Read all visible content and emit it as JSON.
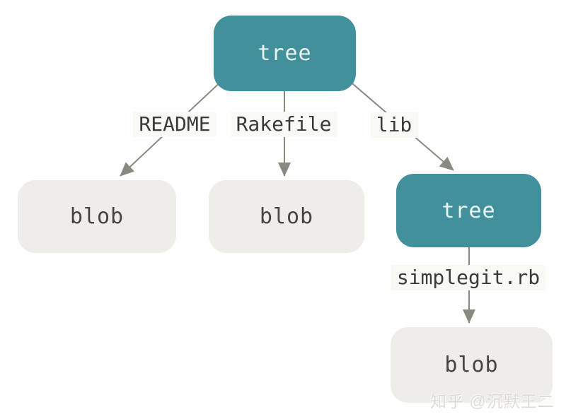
{
  "diagram": {
    "type": "tree",
    "description_visible_text_only": "git object graph: root tree points to two blobs and a subtree; subtree points to a blob"
  },
  "colors": {
    "teal": "#42909b",
    "teal-text": "#e9f5f4",
    "blob-fill": "#efede9",
    "blob-text": "#45443f",
    "edge": "#8a897f",
    "label-text": "#3c3b36",
    "label-band": "#f9f9f5",
    "bg": "#fefefe",
    "watermark": "#d9d7d0"
  },
  "nodes": [
    {
      "id": "tree-root",
      "label": "tree",
      "type": "tree"
    },
    {
      "id": "blob-readme",
      "label": "blob",
      "type": "blob"
    },
    {
      "id": "blob-rakefile",
      "label": "blob",
      "type": "blob"
    },
    {
      "id": "tree-lib",
      "label": "tree",
      "type": "tree"
    },
    {
      "id": "blob-simplegit",
      "label": "blob",
      "type": "blob"
    }
  ],
  "edges": [
    {
      "from": "tree-root",
      "to": "blob-readme",
      "label": "README"
    },
    {
      "from": "tree-root",
      "to": "blob-rakefile",
      "label": "Rakefile"
    },
    {
      "from": "tree-root",
      "to": "tree-lib",
      "label": "lib"
    },
    {
      "from": "tree-lib",
      "to": "blob-simplegit",
      "label": "simplegit.rb"
    }
  ],
  "watermark": "知乎 @沉默王二"
}
